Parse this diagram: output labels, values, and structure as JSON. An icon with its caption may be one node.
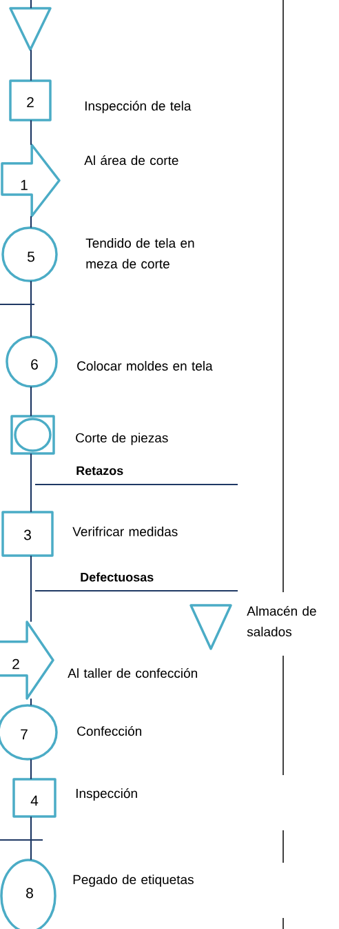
{
  "diagram": {
    "nodes": [
      {
        "text": [],
        "shape": "triangle"
      },
      {
        "text": [
          "2"
        ],
        "beside": [
          "Inspección de tela"
        ]
      },
      {
        "text": [
          "1"
        ],
        "beside": [
          "Al área de corte"
        ]
      },
      {
        "text": [
          "5"
        ],
        "beside": [
          "Tendido de tela en meza de corte"
        ]
      },
      {
        "text": [
          "6"
        ],
        "beside": [
          "Colocar moldes en tela"
        ]
      },
      {
        "text": [],
        "shape": "box",
        "beside": [
          "Corte de piezas"
        ]
      },
      {
        "text": [
          "3"
        ],
        "beside": [
          "Verifricar medidas"
        ]
      },
      {
        "text": [],
        "shape": "triangle",
        "beside": [
          "Almacén de salados"
        ]
      },
      {
        "text": [
          "2"
        ],
        "beside": [
          "Al taller de confección"
        ]
      },
      {
        "text": [
          "7"
        ],
        "beside": [
          "Confección"
        ]
      },
      {
        "text": [
          "4"
        ],
        "beside": [
          "Inspección"
        ]
      },
      {
        "text": [
          "8"
        ],
        "beside": [
          "Pegado de etiquetas"
        ]
      }
    ],
    "edges": [
      {
        "from": null,
        "to": 0,
        "arrow": "none"
      },
      {
        "from": 0,
        "to": 1,
        "arrow": "none"
      },
      {
        "from": 1,
        "to": 2,
        "arrow": "none"
      },
      {
        "from": 2,
        "to": 3,
        "arrow": "none"
      },
      {
        "from": 3,
        "to": 4,
        "arrow": "none"
      },
      {
        "from": 4,
        "to": 5,
        "arrow": "none"
      },
      {
        "from": 5,
        "to": 6,
        "arrow": "none"
      },
      {
        "from": 6,
        "to": 8,
        "arrow": "none"
      },
      {
        "from": 8,
        "to": 9,
        "arrow": "none"
      },
      {
        "from": 9,
        "to": 10,
        "arrow": "none"
      },
      {
        "from": 10,
        "to": 11,
        "arrow": "none"
      }
    ],
    "labels": [
      "Retazos",
      "Defectuosas"
    ]
  }
}
